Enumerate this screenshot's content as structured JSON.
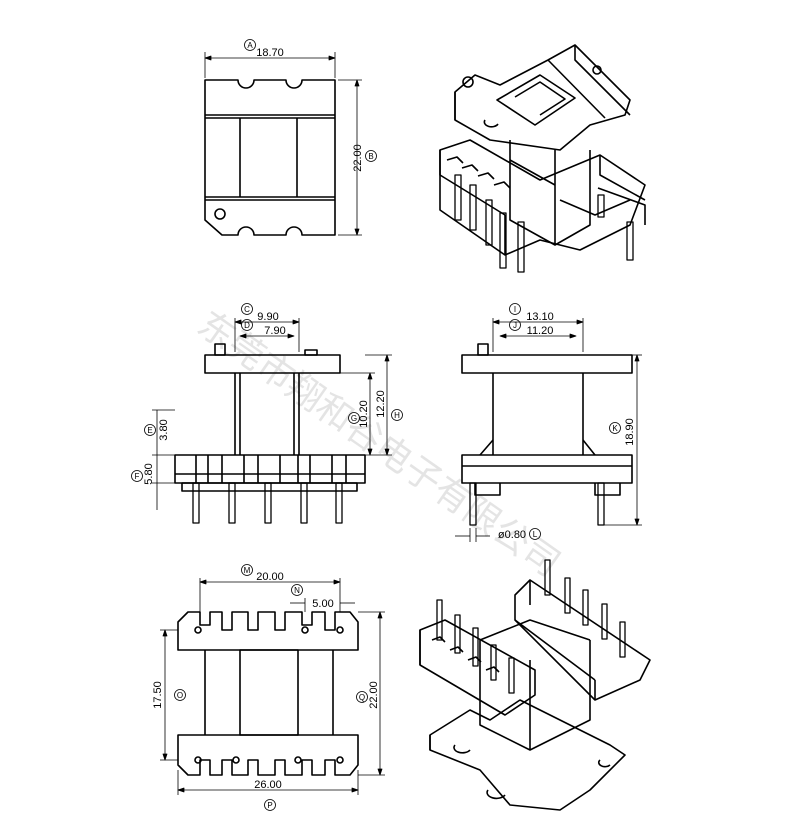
{
  "watermark": {
    "text": "东莞市翔和谷电子有限公司"
  },
  "top_view": {
    "width": {
      "label": "A",
      "value": "18.70"
    },
    "height": {
      "label": "B",
      "value": "22.00"
    }
  },
  "front_view": {
    "pitch_outer": {
      "label": "C",
      "value": "9.90"
    },
    "pitch_inner": {
      "label": "D",
      "value": "7.90"
    },
    "flange_top": {
      "label": "E",
      "value": "3.80"
    },
    "base_height": {
      "label": "F",
      "value": "5.80"
    },
    "inner_height": {
      "label": "G",
      "value": "10.20"
    },
    "outer_height": {
      "label": "H",
      "value": "12.20"
    }
  },
  "side_view": {
    "outer_width": {
      "label": "I",
      "value": "13.10"
    },
    "inner_width": {
      "label": "J",
      "value": "11.20"
    },
    "total_height": {
      "label": "K",
      "value": "18.90"
    },
    "pin_diameter": {
      "label": "L",
      "value": "ø0.80"
    }
  },
  "bottom_view": {
    "pin_span": {
      "label": "M",
      "value": "20.00"
    },
    "pin_pitch": {
      "label": "N",
      "value": "5.00"
    },
    "height_inner": {
      "label": "O",
      "value": "17.50"
    },
    "base_width": {
      "label": "P",
      "value": "26.00"
    },
    "height_outer": {
      "label": "Q",
      "value": "22.00"
    }
  }
}
